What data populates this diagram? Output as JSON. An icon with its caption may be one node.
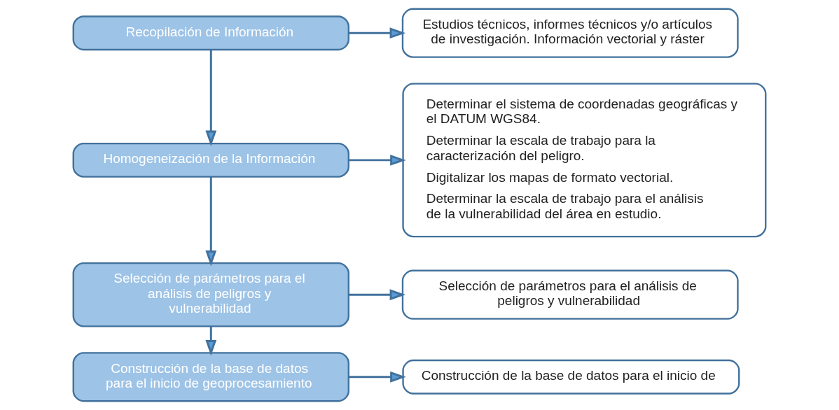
{
  "diagram": {
    "nodes": [
      {
        "text": [
          "Recopilación de Información"
        ]
      },
      {
        "text": [
          "Estudios técnicos, informes técnicos y/o artículos de investigación. Información vectorial y ráster"
        ]
      },
      {
        "text": [
          "Homogeneización de la Información"
        ]
      },
      {
        "text": [
          "Determinar el sistema de coordenadas geográficas y el DATUM WGS84.",
          "Determinar la escala de trabajo para la caracterización del peligro.",
          "Digitalizar los mapas de formato vectorial.",
          "Determinar la escala de trabajo para el análisis de la vulnerabilidad del área en estudio."
        ]
      },
      {
        "text": [
          "Selección de parámetros para el análisis de peligros y vulnerabilidad"
        ]
      },
      {
        "text": [
          "Selección de parámetros para el análisis de peligros y vulnerabilidad"
        ]
      },
      {
        "text": [
          "Construcción de la base de datos para el inicio de geoprocesamiento"
        ]
      },
      {
        "text": [
          "Construcción de la base de datos para el inicio de"
        ]
      }
    ],
    "edges": [
      {
        "from": 0,
        "to": 1,
        "arrow": "to"
      },
      {
        "from": 0,
        "to": 2,
        "arrow": "to"
      },
      {
        "from": 2,
        "to": 3,
        "arrow": "to"
      },
      {
        "from": 2,
        "to": 4,
        "arrow": "to"
      },
      {
        "from": 4,
        "to": 5,
        "arrow": "to"
      },
      {
        "from": 4,
        "to": 6,
        "arrow": "to"
      },
      {
        "from": 6,
        "to": 7,
        "arrow": "to"
      }
    ]
  }
}
